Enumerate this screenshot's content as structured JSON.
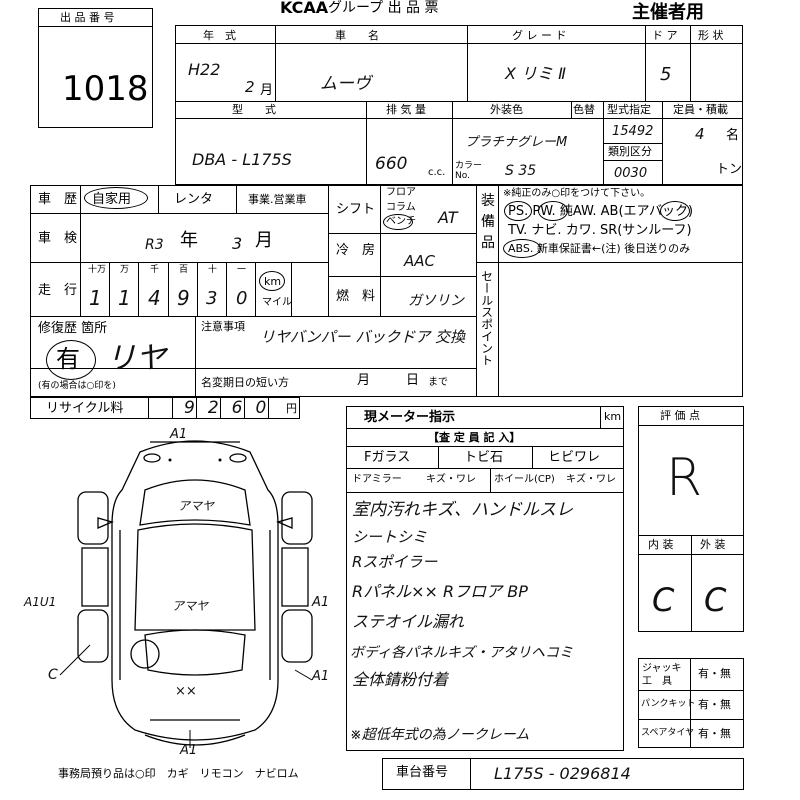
{
  "header": {
    "lot_label": "出 品 番 号",
    "lot_number": "1018",
    "group_logo": "KCAA",
    "group_title": "グループ 出 品 票",
    "organizer": "主催者用"
  },
  "row1": {
    "year_label": "年　式",
    "name_label": "車　　名",
    "grade_label": "グ レ ー ド",
    "doors_label": "ド ア",
    "shape_label": "形 状",
    "year_era": "H22",
    "year_month": "2",
    "month_label": "月",
    "car_name": "ムーヴ",
    "grade": "X リミ Ⅱ",
    "doors": "5"
  },
  "row2": {
    "model_label": "型　　式",
    "displacement_label": "排 気 量",
    "exterior_label": "外装色",
    "repaint_label": "色替",
    "type_designation_label": "型式指定",
    "capacity_label": "定員・積載",
    "model": "DBA - L175S",
    "displacement": "660",
    "cc_unit": "c.c.",
    "exterior_color": "プラチナグレーM",
    "color_no_label": "カラー No.",
    "color_no": "S 35",
    "type_designation": "15492",
    "category_label": "類別区分",
    "category": "0030",
    "capacity": "4",
    "capacity_unit": "名",
    "ton_unit": "トン"
  },
  "history": {
    "label": "車　歴",
    "options": [
      "自家用",
      "レンタ",
      "事業.営業車"
    ],
    "selected": "自家用"
  },
  "shaken": {
    "label": "車　検",
    "era": "R3",
    "year_label": "年",
    "month": "3",
    "month_label": "月"
  },
  "mileage": {
    "label": "走　行",
    "digit_units": [
      "十万",
      "万",
      "千",
      "百",
      "十",
      "一"
    ],
    "digits": [
      "1",
      "1",
      "4",
      "9",
      "3",
      "0"
    ],
    "km_label": "km",
    "mile_label": "マイル"
  },
  "shift": {
    "label": "シフト",
    "positions": [
      "フロア",
      "コラム",
      "ベンチ"
    ],
    "selected": "ベンチ",
    "value": "AT"
  },
  "aircon": {
    "label": "冷　房",
    "value": "AAC"
  },
  "fuel": {
    "label": "燃　料",
    "value": "ガソリン"
  },
  "equipment": {
    "side_label_chars": [
      "装",
      "備",
      "品"
    ],
    "note": "※純正のみ○印をつけて下さい。",
    "line1": "PS. PW. 純AW. AB(エアバック)",
    "line2": "TV. ナビ. カワ. SR(サンルーフ)",
    "line3": "ABS. 新車保証書←(注) 後日送りのみ"
  },
  "sales_point_label": "セールスポイント",
  "repair": {
    "label": "修復歴 箇所",
    "value_circled": "有",
    "value": "リヤ",
    "note": "(有の場合は○印を)"
  },
  "notes": {
    "label": "注意事項",
    "text": "リヤバンパー バックドア 交換",
    "deadline_label": "名変期日の短い方",
    "month_label": "月",
    "day_label": "日",
    "until_label": "まで"
  },
  "recycle": {
    "label": "リサイクル料",
    "value": "9260",
    "yen": "円"
  },
  "meter": {
    "label": "現メーター指示",
    "unit": "km"
  },
  "inspector": {
    "title": "【査 定 員 記 入】",
    "f_glass": "Fガラス",
    "chip": "トビ石",
    "crack": "ヒビワレ",
    "door_mirror": "ドアミラー",
    "wheel": "ホイール(CP)",
    "scratch_crack": "キズ・ワレ",
    "lines": [
      "室内汚れキズ、ハンドルスレ",
      "シートシミ",
      "Rスポイラー",
      "Rパネル××  Rフロア BP",
      "ステオイル漏れ",
      "ボディ各パネルキズ・アタリヘコミ",
      "全体錆粉付着",
      "※超低年式の為ノークレーム"
    ]
  },
  "score": {
    "label": "評 価 点",
    "value": "R",
    "interior_label": "内 装",
    "exterior_label": "外 装",
    "interior": "C",
    "exterior": "C"
  },
  "tools": {
    "jack_label": "ジャッキ工　具",
    "puncture_label": "パンクキット",
    "spare_label": "スペアタイヤ",
    "option": "有・無"
  },
  "diagram": {
    "marks": [
      "A1",
      "A1",
      "A1",
      "A1U1",
      "A1",
      "C",
      "アマヤ",
      "アマヤ",
      "××"
    ]
  },
  "office": "事務局預り品は○印　カギ　リモコン　ナビロム",
  "chassis": {
    "label": "車台番号",
    "value": "L175S - 0296814"
  }
}
